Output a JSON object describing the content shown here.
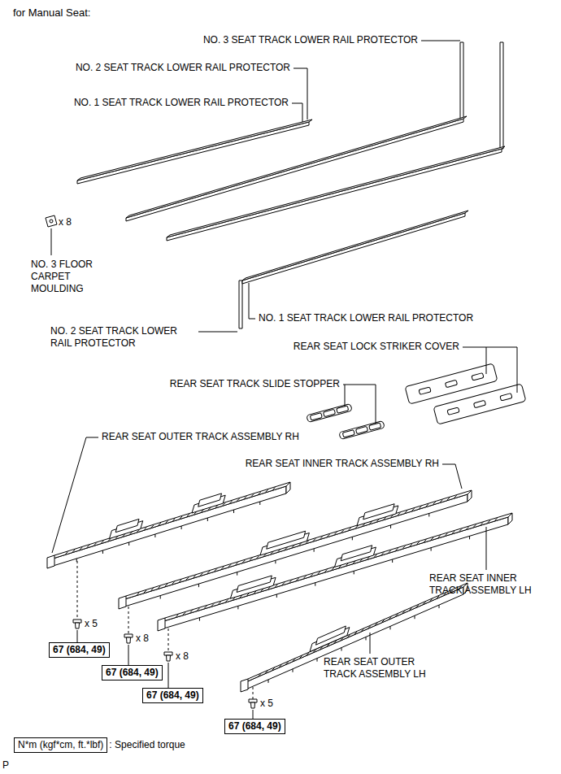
{
  "diagram": {
    "title": "for Manual Seat:",
    "nodes": [
      {
        "text": [
          "67 (684, 49)"
        ]
      },
      {
        "text": [
          "67 (684, 49)"
        ]
      },
      {
        "text": [
          "67 (684, 49)"
        ]
      },
      {
        "text": [
          "67 (684, 49)"
        ]
      },
      {
        "text": [
          "N*m (kgf*cm, ft.*lbf)"
        ]
      }
    ],
    "labels": [
      "NO. 3 SEAT TRACK LOWER RAIL PROTECTOR",
      "NO. 2 SEAT TRACK LOWER RAIL PROTECTOR",
      "NO. 1 SEAT TRACK LOWER RAIL PROTECTOR",
      "x 8",
      "NO. 3 FLOOR CARPET MOULDING",
      "NO. 1 SEAT TRACK LOWER RAIL PROTECTOR",
      "NO. 2 SEAT TRACK LOWER RAIL PROTECTOR",
      "REAR SEAT LOCK STRIKER COVER",
      "REAR SEAT TRACK SLIDE STOPPER",
      "REAR SEAT OUTER TRACK ASSEMBLY RH",
      "REAR SEAT INNER TRACK ASSEMBLY RH",
      "REAR SEAT INNER TRACK ASSEMBLY LH",
      "REAR SEAT OUTER TRACK ASSEMBLY LH",
      "x 5",
      "x 8",
      "x 8",
      "x 5",
      ": Specified torque",
      "P"
    ]
  }
}
